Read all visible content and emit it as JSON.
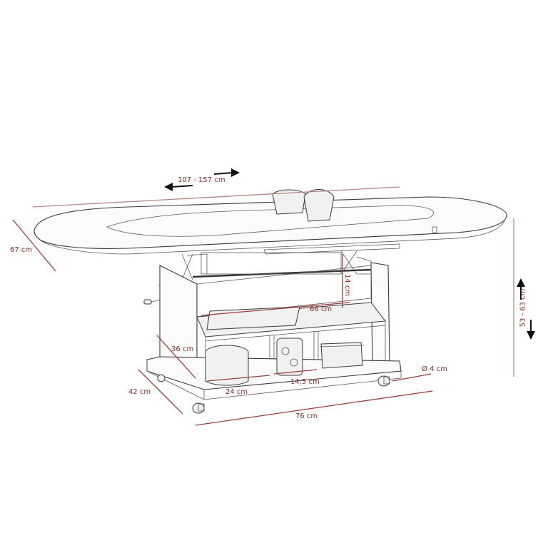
{
  "product": {
    "type": "lift-top coffee table with extension leaves, crank mechanism, open shelves and casters",
    "style": "pencil sketch technical drawing"
  },
  "colors": {
    "background": "#ffffff",
    "dimension_line": "#9c3b3b",
    "dimension_text": "#8a2a2a",
    "sketch_line": "#3a3a3a",
    "arrow": "#111111"
  },
  "dimensions": {
    "length_extendable": "107 - 157 cm",
    "depth_top": "67 cm",
    "height_adjustable": "53 - 63 cm",
    "lift_clearance": "14 cm",
    "inner_width": "66 cm",
    "shelf_height": "36 cm",
    "base_depth": "42 cm",
    "compartment_width_large": "24 cm",
    "compartment_width_small": "14,5 cm",
    "caster_diameter": "Ø 4 cm",
    "base_width": "76 cm"
  },
  "props": [
    "wicker basket",
    "magazine",
    "round hatbox",
    "flower-pattern canister",
    "lidded box"
  ]
}
